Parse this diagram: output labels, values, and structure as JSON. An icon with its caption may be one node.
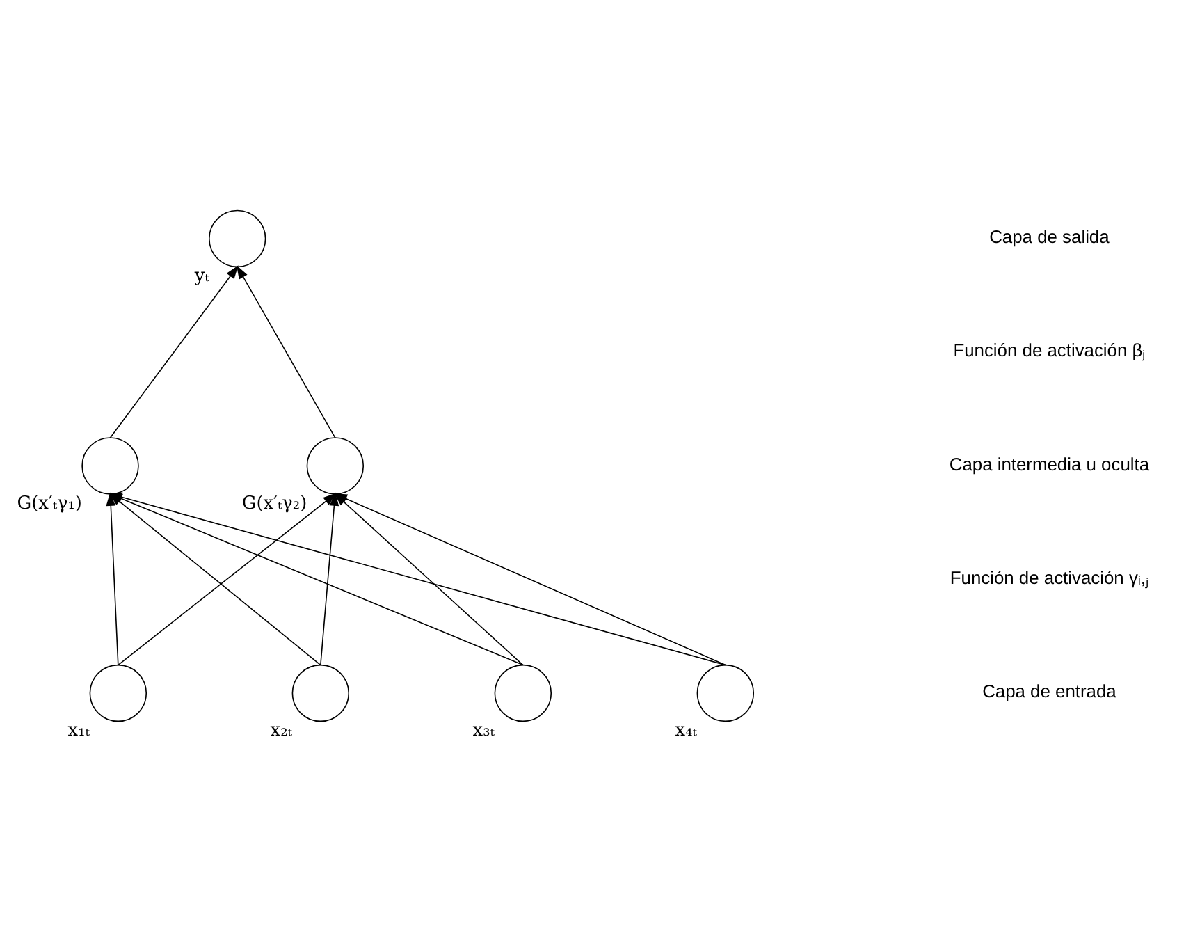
{
  "diagram": {
    "nodes": [
      {
        "text": [
          "yₜ"
        ]
      },
      {
        "text": [
          "G(x′ₜγ₁)"
        ]
      },
      {
        "text": [
          "G(x′ₜγ₂)"
        ]
      },
      {
        "text": [
          "x₁ₜ"
        ]
      },
      {
        "text": [
          "x₂ₜ"
        ]
      },
      {
        "text": [
          "x₃ₜ"
        ]
      },
      {
        "text": [
          "x₄ₜ"
        ]
      }
    ],
    "edges": [
      {
        "from": 1,
        "to": 0,
        "arrow": "to"
      },
      {
        "from": 2,
        "to": 0,
        "arrow": "to"
      },
      {
        "from": 3,
        "to": 1,
        "arrow": "to"
      },
      {
        "from": 3,
        "to": 2,
        "arrow": "to"
      },
      {
        "from": 4,
        "to": 1,
        "arrow": "to"
      },
      {
        "from": 4,
        "to": 2,
        "arrow": "to"
      },
      {
        "from": 5,
        "to": 1,
        "arrow": "to"
      },
      {
        "from": 5,
        "to": 2,
        "arrow": "to"
      },
      {
        "from": 6,
        "to": 1,
        "arrow": "to"
      },
      {
        "from": 6,
        "to": 2,
        "arrow": "to"
      }
    ],
    "labels": [
      "Capa de salida",
      "Función de activación βⱼ",
      "Capa intermedia u oculta",
      "Función de activación γᵢ,ⱼ",
      "Capa de entrada"
    ]
  }
}
